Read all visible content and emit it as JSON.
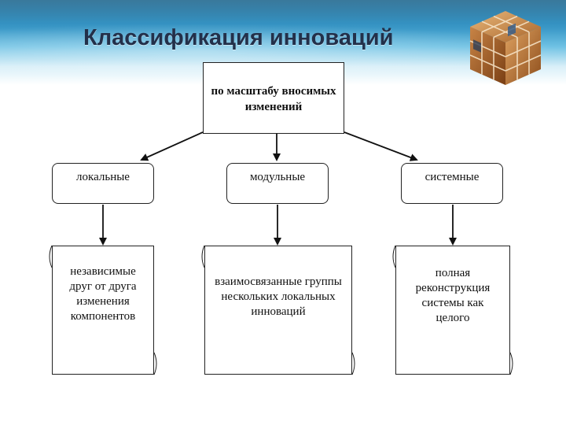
{
  "title": "Классификация инноваций",
  "root": {
    "label": "по масштабу вносимых изменений"
  },
  "categories": [
    {
      "label": "локальные",
      "description": "независимые друг от друга изменения компонентов"
    },
    {
      "label": "модульные",
      "description": "взаимосвязанные группы нескольких локальных инноваций"
    },
    {
      "label": "системные",
      "description": "полная реконструкция системы как целого"
    }
  ],
  "colors": {
    "header_dark": "#0e5b86",
    "header_light": "#6fc2e4",
    "title": "#23304a"
  },
  "icons": {
    "logo": "cube-photo-logo-icon"
  }
}
